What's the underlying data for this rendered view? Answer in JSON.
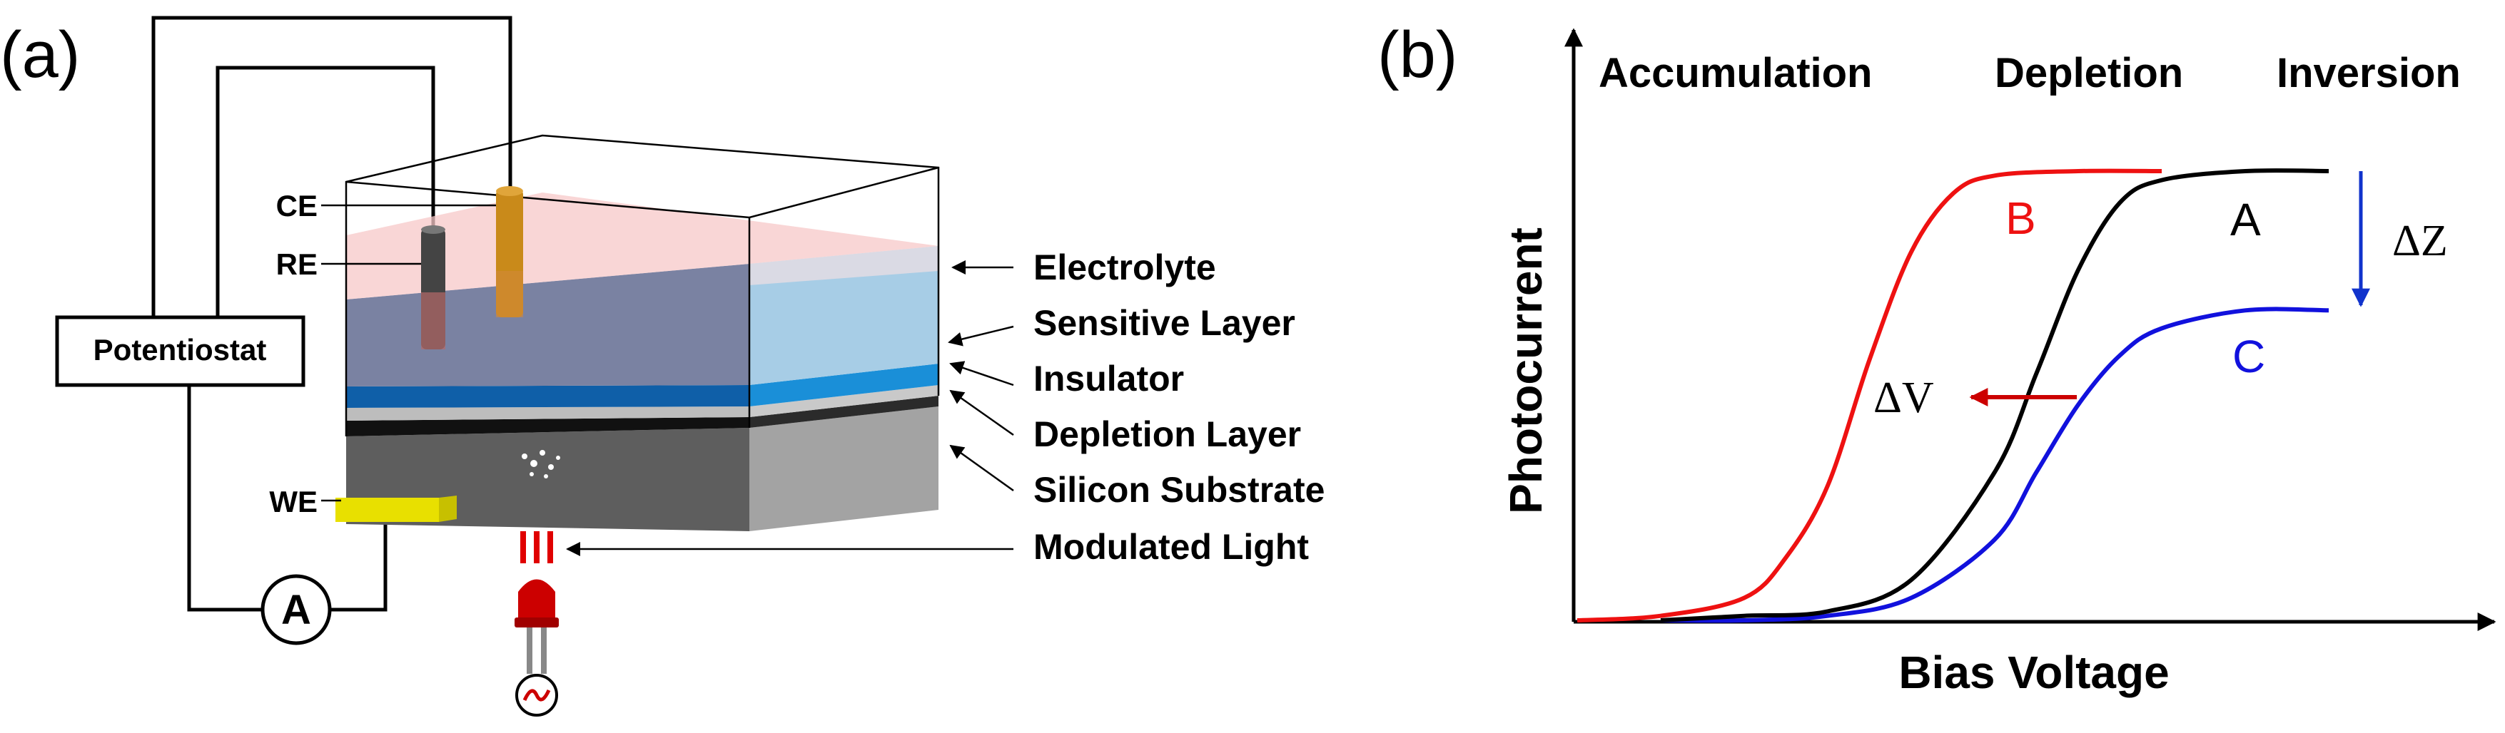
{
  "panel_a": {
    "label": "(a)",
    "potentiostat_label": "Potentiostat",
    "ammeter_symbol": "A",
    "electrodes": {
      "ce": "CE",
      "re": "RE",
      "we": "WE"
    },
    "layer_labels": [
      "Electrolyte",
      "Sensitive Layer",
      "Insulator",
      "Depletion Layer",
      "Silicon Substrate",
      "Modulated Light"
    ],
    "colors": {
      "electrolyte": "#f7c8c8",
      "sensitive_layer": "#8ab8d8",
      "insulator": "#1d72b8",
      "silicon": "#555555",
      "we_contact": "#e8e000",
      "led": "#cc0000"
    }
  },
  "panel_b": {
    "label": "(b)",
    "regions": [
      "Accumulation",
      "Depletion",
      "Inversion"
    ],
    "xlabel": "Bias Voltage",
    "ylabel": "Photocurrent",
    "curve_labels": {
      "a": "A",
      "b": "B",
      "c": "C"
    },
    "shift_labels": {
      "dv": "ΔV",
      "dz": "ΔZ"
    },
    "colors": {
      "a": "#000000",
      "b": "#ee1111",
      "c": "#1111dd",
      "dz_arrow": "#1133cc",
      "dv_arrow": "#cc0000"
    }
  },
  "chart_data": {
    "type": "line",
    "title": "",
    "xlabel": "Bias Voltage",
    "ylabel": "Photocurrent",
    "x_ticks": [],
    "y_ticks": [],
    "grid": false,
    "legend": "none",
    "xlim": [
      0,
      10
    ],
    "ylim": [
      0,
      1
    ],
    "series": [
      {
        "name": "A",
        "x": [
          1,
          2,
          3,
          4,
          5,
          5.5,
          6,
          6.5,
          7,
          8,
          9
        ],
        "y": [
          0,
          0.01,
          0.02,
          0.09,
          0.33,
          0.55,
          0.78,
          0.93,
          0.98,
          1.0,
          1.0
        ]
      },
      {
        "name": "B",
        "x": [
          0,
          1,
          2,
          2.5,
          3,
          3.5,
          4,
          4.5,
          5,
          6,
          7
        ],
        "y": [
          0,
          0.01,
          0.05,
          0.14,
          0.3,
          0.58,
          0.82,
          0.95,
          0.99,
          1.0,
          1.0
        ]
      },
      {
        "name": "C",
        "x": [
          1,
          2,
          3,
          4,
          5,
          5.5,
          6,
          6.5,
          7,
          8,
          9
        ],
        "y": [
          0,
          0.0,
          0.01,
          0.05,
          0.18,
          0.33,
          0.48,
          0.59,
          0.65,
          0.69,
          0.69
        ]
      }
    ],
    "annotations": [
      {
        "text": "ΔV",
        "from_series": "A",
        "to_series": "B",
        "direction": "left"
      },
      {
        "text": "ΔZ",
        "from_series": "A",
        "to_series": "C",
        "direction": "down"
      }
    ],
    "region_labels": [
      "Accumulation",
      "Depletion",
      "Inversion"
    ]
  }
}
